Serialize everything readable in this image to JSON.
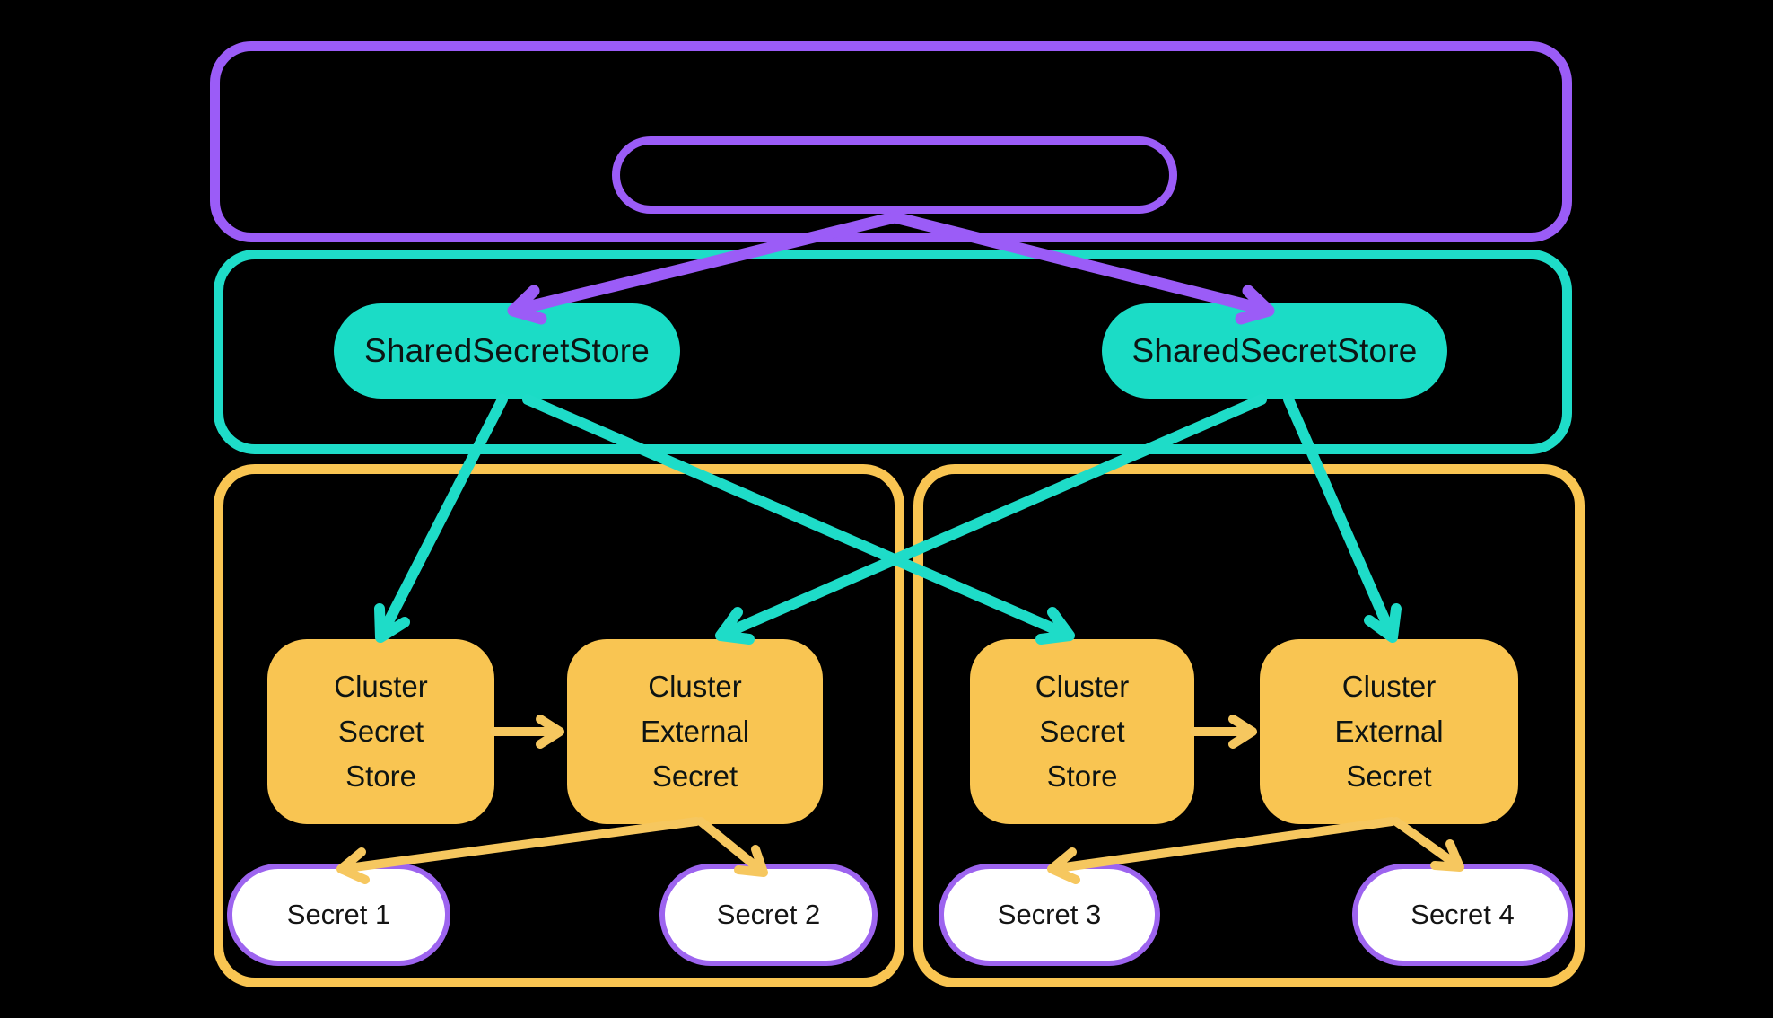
{
  "colors": {
    "background": "#000000",
    "purple": "#9b5cf7",
    "teal": "#1bdcc6",
    "orange": "#f9c552",
    "orange_arrow": "#f6c75f",
    "secret_fill": "#ffffff",
    "secret_border": "#9d64ef",
    "label_text": "#0d1413"
  },
  "shared_stores": [
    {
      "label": "SharedSecretStore"
    },
    {
      "label": "SharedSecretStore"
    }
  ],
  "clusters": [
    {
      "secret_store": {
        "lines": [
          "Cluster",
          "Secret",
          "Store"
        ]
      },
      "external_secret": {
        "lines": [
          "Cluster",
          "External",
          "Secret"
        ]
      },
      "secrets": [
        {
          "label": "Secret 1"
        },
        {
          "label": "Secret 2"
        }
      ]
    },
    {
      "secret_store": {
        "lines": [
          "Cluster",
          "Secret",
          "Store"
        ]
      },
      "external_secret": {
        "lines": [
          "Cluster",
          "External",
          "Secret"
        ]
      },
      "secrets": [
        {
          "label": "Secret 3"
        },
        {
          "label": "Secret 4"
        }
      ]
    }
  ]
}
